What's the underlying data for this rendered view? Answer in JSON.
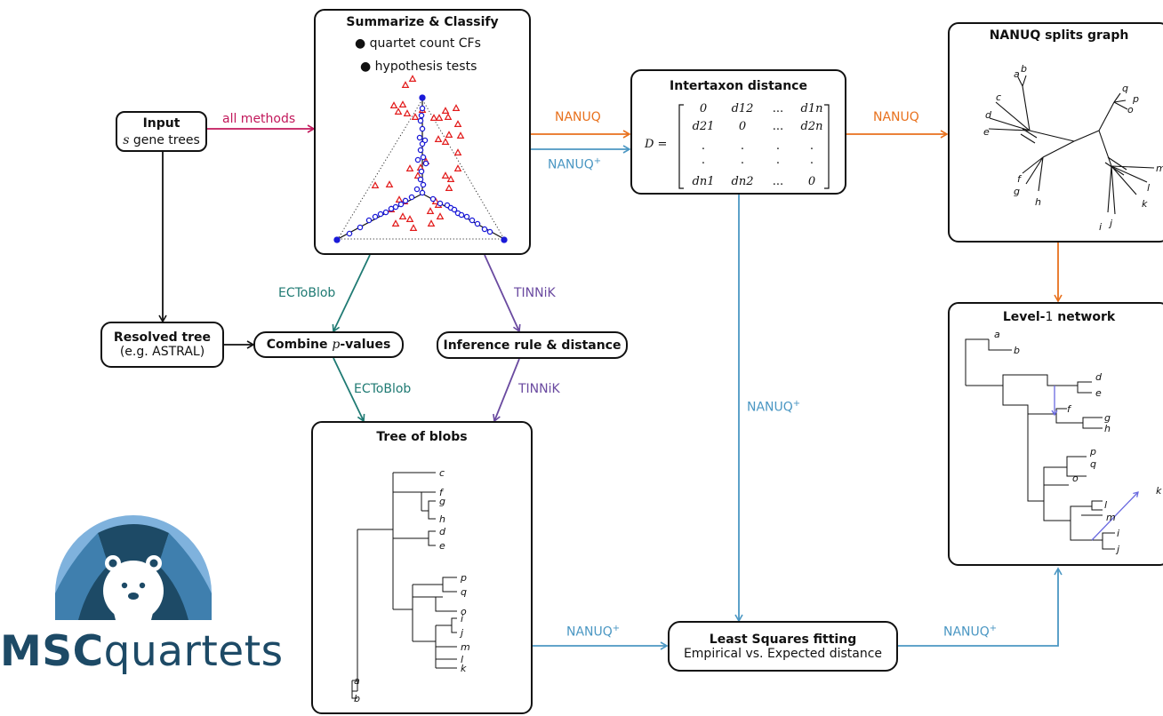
{
  "colors": {
    "crimson": "#c2185b",
    "orange": "#e8711d",
    "blue": "#4b97c3",
    "teal": "#1f7a73",
    "purple": "#6a4aa0",
    "ink": "#111111",
    "logo_dark": "#1d4a66",
    "logo_light": "#7fb2dd"
  },
  "boxes": {
    "input": {
      "title": "Input",
      "var": "s",
      "rest": " gene trees"
    },
    "summarize": {
      "title": "Summarize & Classify",
      "bullets": [
        "quartet count CFs",
        "hypothesis tests"
      ]
    },
    "distance": {
      "title": "Intertaxon distance",
      "lhs": "D ="
    },
    "splits": {
      "title": "NANUQ splits graph"
    },
    "resolved": {
      "line1": "Resolved tree",
      "line2": "(e.g. ASTRAL)"
    },
    "combine": {
      "pre": "Combine ",
      "var": "p",
      "post": "-values"
    },
    "inference": {
      "label": "Inference rule & distance"
    },
    "blobs": {
      "title": "Tree of blobs"
    },
    "level1": {
      "pre": "Level-",
      "num": "1",
      "post": " network"
    },
    "lsq": {
      "line1": "Least Squares fitting",
      "line2": "Empirical vs. Expected distance"
    }
  },
  "edge_labels": {
    "all_methods": "all methods",
    "nanuq": "NANUQ",
    "nanuq_plus": "NANUQ",
    "plus": "+",
    "ectoblob": "ECToBlob",
    "tinnik": "TINNiK"
  },
  "matrix": [
    [
      "0",
      "d12",
      "...",
      "d1n"
    ],
    [
      "d21",
      "0",
      "...",
      "d2n"
    ],
    [
      ".",
      ".",
      ".",
      "."
    ],
    [
      ".",
      ".",
      ".",
      "."
    ],
    [
      "dn1",
      "dn2",
      "...",
      "0"
    ]
  ],
  "splits_leaves": [
    "a",
    "b",
    "c",
    "d",
    "e",
    "f",
    "g",
    "h",
    "i",
    "j",
    "k",
    "l",
    "m",
    "o",
    "p",
    "q"
  ],
  "blobs_leaves": [
    "c",
    "f",
    "g",
    "h",
    "d",
    "e",
    "p",
    "q",
    "o",
    "i",
    "j",
    "m",
    "l",
    "k",
    "a",
    "b"
  ],
  "network_leaves": [
    "a",
    "b",
    "d",
    "e",
    "f",
    "g",
    "h",
    "p",
    "q",
    "o",
    "k",
    "l",
    "m",
    "i",
    "j"
  ],
  "logo": {
    "brand_bold": "MSC",
    "brand_rest": "quartets"
  }
}
